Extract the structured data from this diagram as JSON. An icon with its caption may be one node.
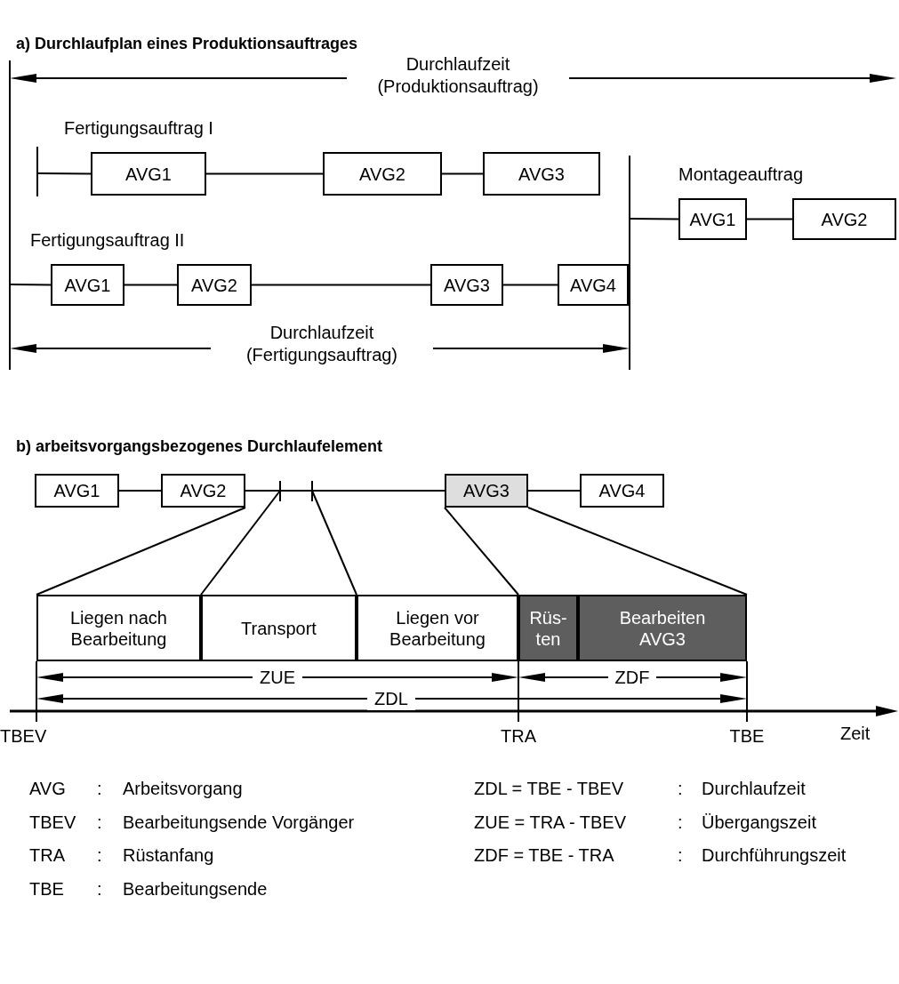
{
  "diagram": {
    "nodes": [
      {
        "text": [
          "AVG1"
        ]
      },
      {
        "text": [
          "AVG2"
        ]
      },
      {
        "text": [
          "AVG3"
        ]
      },
      {
        "text": [
          "AVG1"
        ]
      },
      {
        "text": [
          "AVG2"
        ]
      },
      {
        "text": [
          "AVG1"
        ]
      },
      {
        "text": [
          "AVG2"
        ]
      },
      {
        "text": [
          "AVG3"
        ]
      },
      {
        "text": [
          "AVG4"
        ]
      },
      {
        "text": [
          "AVG1"
        ]
      },
      {
        "text": [
          "AVG2"
        ]
      },
      {
        "text": [
          "AVG3"
        ]
      },
      {
        "text": [
          "AVG4"
        ]
      },
      {
        "text": [
          "Liegen nach Bearbeitung"
        ]
      },
      {
        "text": [
          "Transport"
        ]
      },
      {
        "text": [
          "Liegen vor Bearbeitung"
        ]
      },
      {
        "text": [
          "Rüs- ten"
        ]
      },
      {
        "text": [
          "Bearbeiten AVG3"
        ]
      }
    ],
    "edges": [
      {
        "from": null,
        "to": 0,
        "arrow": "none"
      },
      {
        "from": 0,
        "to": 1,
        "arrow": "none"
      },
      {
        "from": 1,
        "to": 2,
        "arrow": "none"
      },
      {
        "from": null,
        "to": 3,
        "arrow": "none"
      },
      {
        "from": 3,
        "to": 4,
        "arrow": "none"
      },
      {
        "from": null,
        "to": 5,
        "arrow": "none"
      },
      {
        "from": 5,
        "to": 6,
        "arrow": "none"
      },
      {
        "from": 6,
        "to": 7,
        "arrow": "none"
      },
      {
        "from": 7,
        "to": 8,
        "arrow": "none"
      },
      {
        "from": 9,
        "to": 10,
        "arrow": "none"
      },
      {
        "from": 10,
        "to": 11,
        "arrow": "none"
      },
      {
        "from": 10,
        "to": 13,
        "arrow": "none"
      },
      {
        "from": null,
        "to": 14,
        "arrow": "none"
      },
      {
        "from": null,
        "to": 15,
        "arrow": "none"
      },
      {
        "from": 11,
        "to": 16,
        "arrow": "none"
      },
      {
        "from": 11,
        "to": 17,
        "arrow": "none"
      },
      {
        "from": 11,
        "to": 12,
        "arrow": "none"
      }
    ],
    "labels": [
      "a) Durchlaufplan eines Produktionsauftrages",
      "Durchlaufzeit (Produktionsauftrag)",
      "Fertigungsauftrag I",
      "Montageauftrag",
      "Fertigungsauftrag II",
      "Durchlaufzeit (Fertigungsauftrag)",
      "b) arbeitsvorgangsbezogenes Durchlaufelement",
      "ZUE",
      "ZDF",
      "ZDL",
      "TBEV",
      "TRA",
      "TBE",
      "Zeit",
      "AVG",
      ":",
      "Arbeitsvorgang",
      "ZDL = TBE - TBEV",
      ":",
      "Durchlaufzeit",
      "TBEV",
      ":",
      "Bearbeitungsende Vorgänger",
      "ZUE = TRA - TBEV",
      ":",
      "Übergangszeit",
      "TRA",
      ":",
      "Rüstanfang",
      "ZDF = TBE - TRA",
      ":",
      "Durchführungszeit",
      "TBE",
      ":",
      "Bearbeitungsende"
    ]
  }
}
